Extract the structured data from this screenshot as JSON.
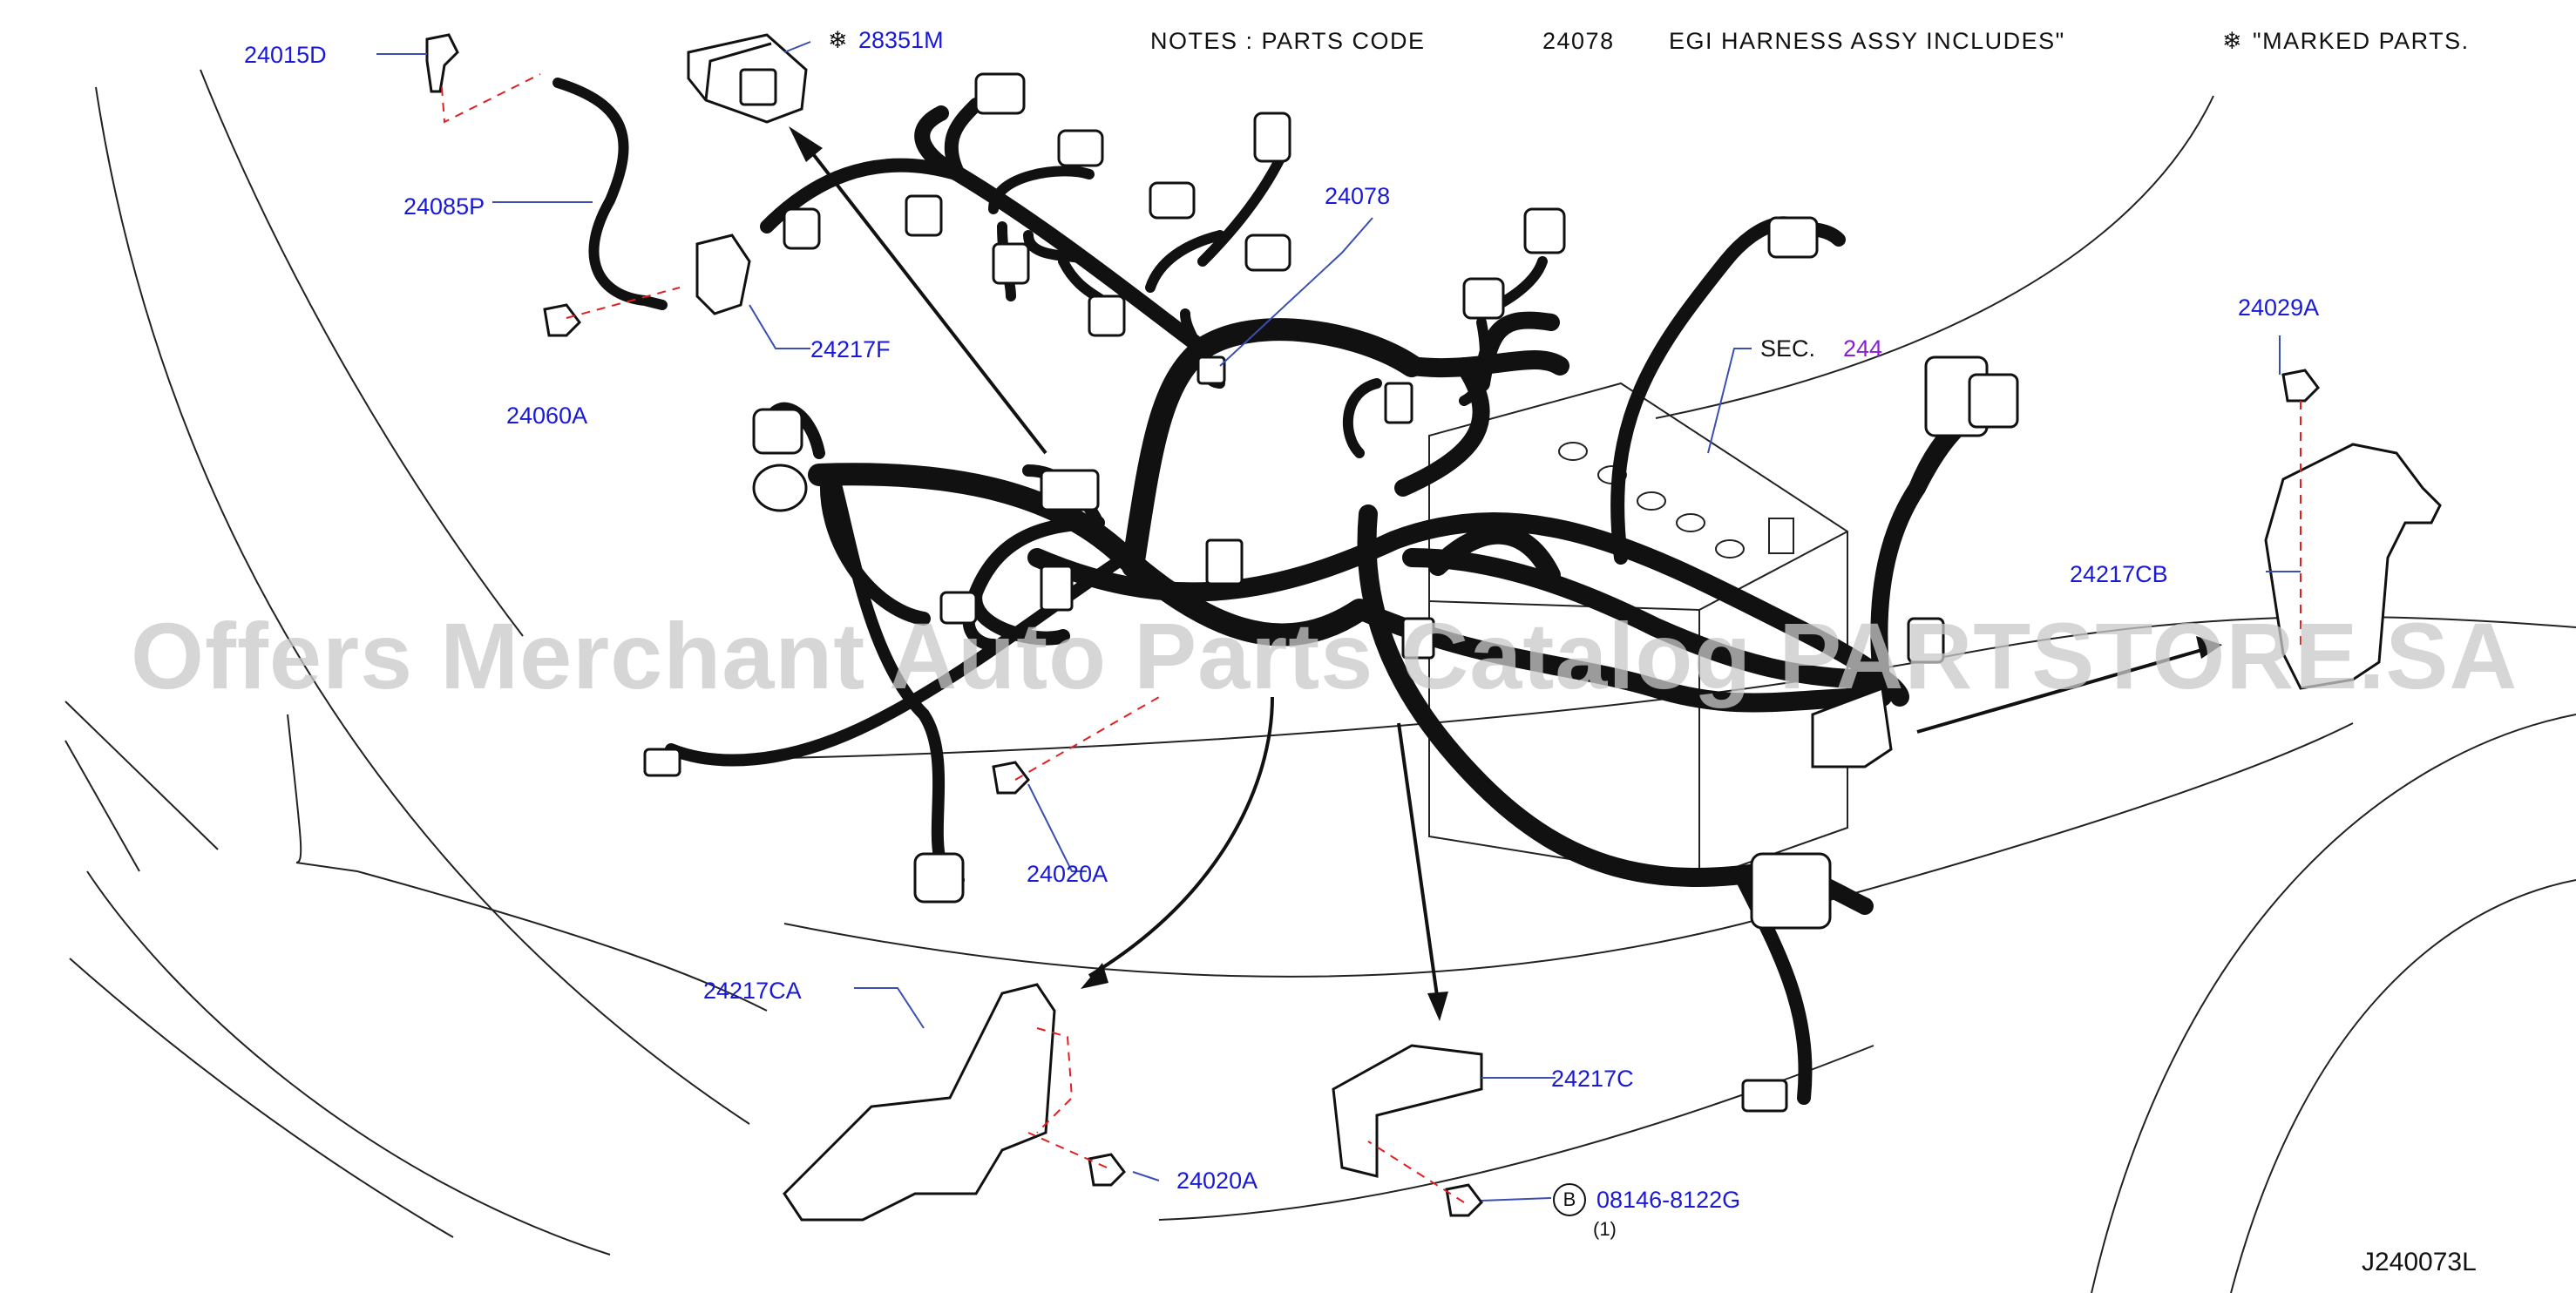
{
  "notes": {
    "prefix": "NOTES : PARTS CODE",
    "code": "24078",
    "text": "EGI HARNESS ASSY INCLUDES\"",
    "marker": "❄",
    "suffix": "\"MARKED PARTS."
  },
  "labels": {
    "p24015D": "24015D",
    "p28351M": "28351M",
    "p24085P": "24085P",
    "p24078": "24078",
    "p24217F": "24217F",
    "p24060A": "24060A",
    "sec_prefix": "SEC.",
    "sec_num": "244",
    "p24029A": "24029A",
    "p24217CB": "24217CB",
    "p24020A_1": "24020A",
    "p24217CA": "24217CA",
    "p24217C": "24217C",
    "p24020A_2": "24020A",
    "b_circle": "B",
    "p08146": "08146-8122G",
    "qty": "(1)",
    "drawing_id": "J240073L"
  },
  "marker_glyph": "❄",
  "watermark": "Offers Merchant Auto Parts Catalog PARTSTORE.SA",
  "colors": {
    "part_label": "#1a1ad6",
    "sec_ref": "#8a1fd1",
    "leader_dash": "#e02020",
    "harness": "#111111"
  }
}
